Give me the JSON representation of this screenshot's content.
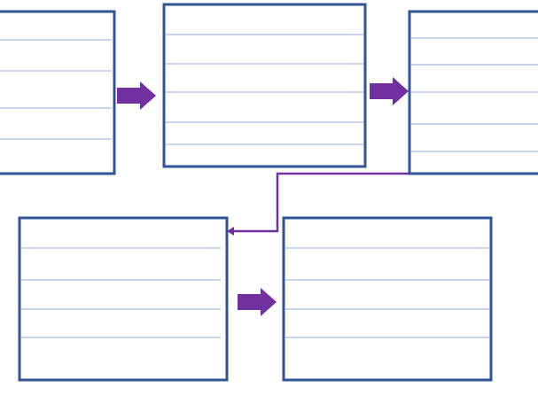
{
  "colors": {
    "box_border": "#2f5597",
    "row_line": "#8faadc",
    "arrow": "#7030a0",
    "background": "#ffffff"
  },
  "diagram": {
    "boxes": [
      {
        "id": "box-1",
        "rows": 5
      },
      {
        "id": "box-2",
        "rows": 6
      },
      {
        "id": "box-3",
        "rows": 6
      },
      {
        "id": "box-4",
        "rows": 5
      },
      {
        "id": "box-5",
        "rows": 5
      }
    ],
    "connections": [
      {
        "from": "box-1",
        "to": "box-2",
        "style": "block-arrow"
      },
      {
        "from": "box-2",
        "to": "box-3",
        "style": "block-arrow"
      },
      {
        "from": "box-3",
        "to": "box-4",
        "style": "elbow-connector"
      },
      {
        "from": "box-4",
        "to": "box-5",
        "style": "block-arrow"
      }
    ]
  }
}
